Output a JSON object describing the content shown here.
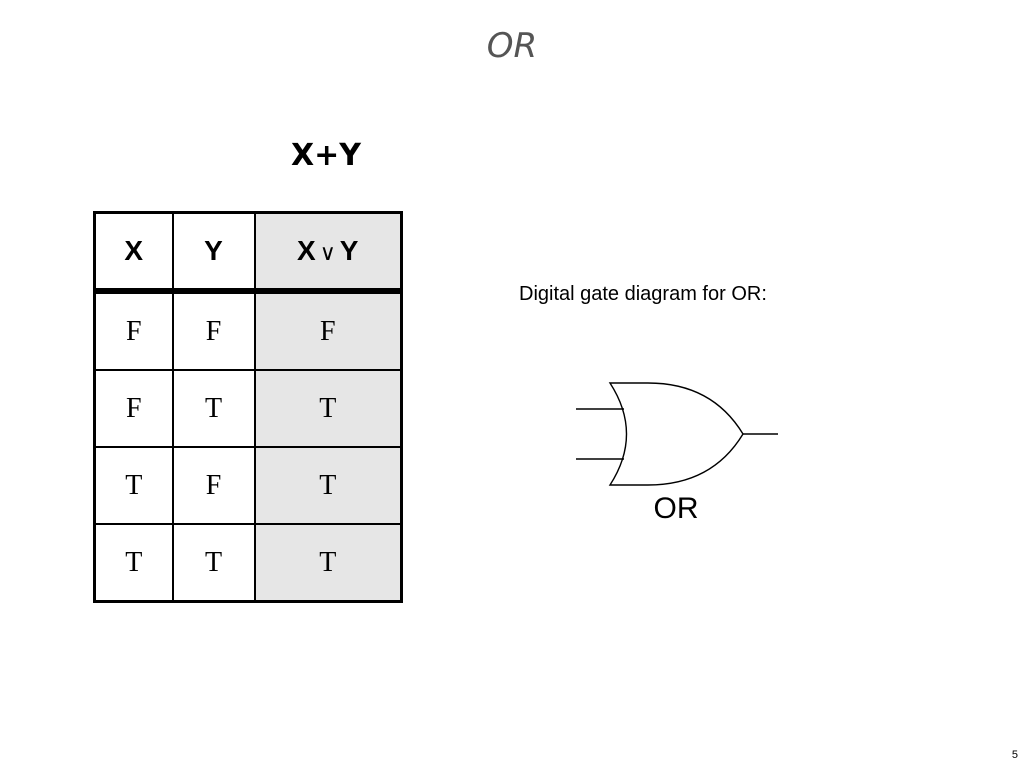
{
  "slide": {
    "title": "OR",
    "expression": "X+Y",
    "page_number": "5"
  },
  "truth_table": {
    "headers": {
      "x": "X",
      "y": "Y",
      "result_left": "X",
      "result_op": "∨",
      "result_right": "Y"
    },
    "rows": [
      {
        "x": "F",
        "y": "F",
        "result": "F"
      },
      {
        "x": "F",
        "y": "T",
        "result": "T"
      },
      {
        "x": "T",
        "y": "F",
        "result": "T"
      },
      {
        "x": "T",
        "y": "T",
        "result": "T"
      }
    ]
  },
  "gate": {
    "caption": "Digital gate diagram for OR:",
    "label": "OR",
    "icon": "or-gate-icon"
  }
}
